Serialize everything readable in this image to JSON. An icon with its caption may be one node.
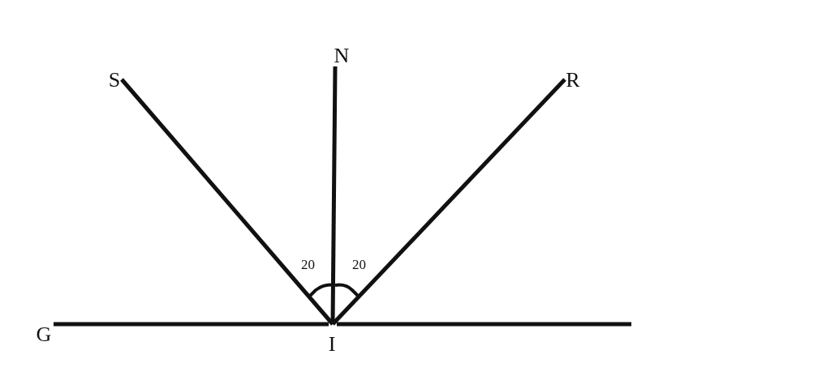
{
  "diagram": {
    "nodes": [
      {
        "text": [
          "N"
        ]
      },
      {
        "text": [
          "S"
        ]
      },
      {
        "text": [
          "R"
        ]
      },
      {
        "text": [
          "G"
        ]
      },
      {
        "text": [
          "I"
        ]
      }
    ],
    "edges": [
      {
        "from": 1,
        "to": 4,
        "arrow": "none"
      },
      {
        "from": 0,
        "to": 4,
        "arrow": "none"
      },
      {
        "from": 2,
        "to": 4,
        "arrow": "none"
      },
      {
        "from": 3,
        "to": 4,
        "arrow": "none"
      },
      {
        "from": 4,
        "to": null,
        "arrow": "none"
      }
    ],
    "labels": [
      "20",
      "20"
    ]
  }
}
